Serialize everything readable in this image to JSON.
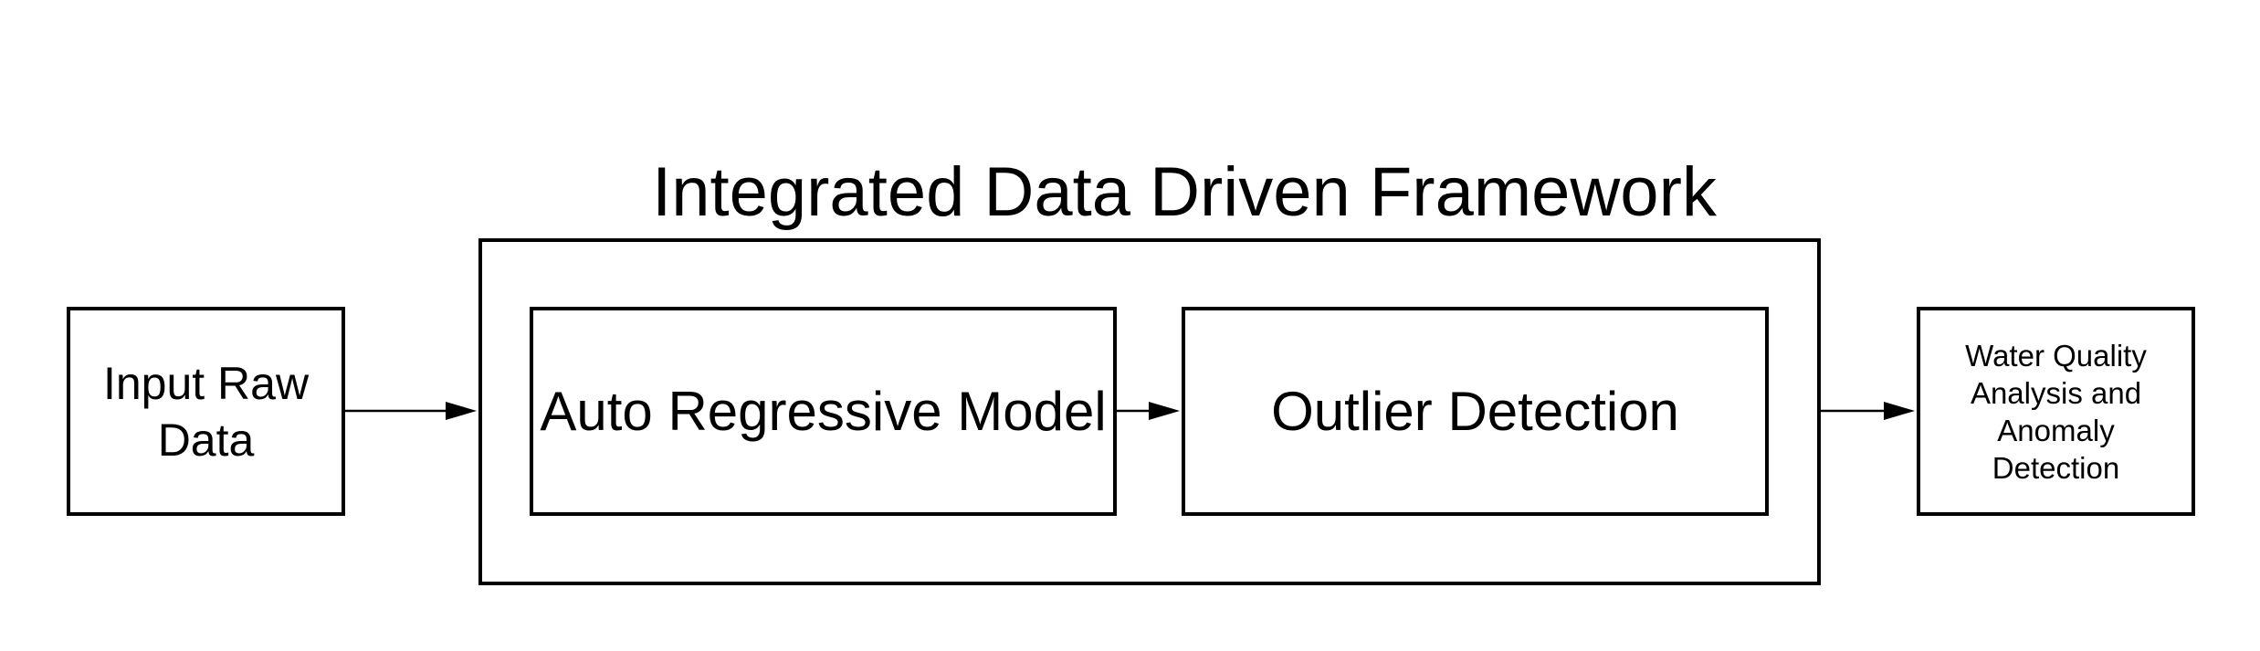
{
  "diagram": {
    "title": "Integrated Data Driven Framework",
    "nodes": {
      "input": "Input Raw Data",
      "auto_regressive": "Auto Regressive Model",
      "outlier_detection": "Outlier Detection",
      "output": "Water Quality Analysis and Anomaly Detection"
    },
    "edges": [
      {
        "from": "Input Raw Data",
        "to": "Integrated Data Driven Framework"
      },
      {
        "from": "Auto Regressive Model",
        "to": "Outlier Detection"
      },
      {
        "from": "Integrated Data Driven Framework",
        "to": "Water Quality Analysis and Anomaly Detection"
      }
    ],
    "colors": {
      "stroke": "#000000",
      "background": "#ffffff"
    }
  }
}
